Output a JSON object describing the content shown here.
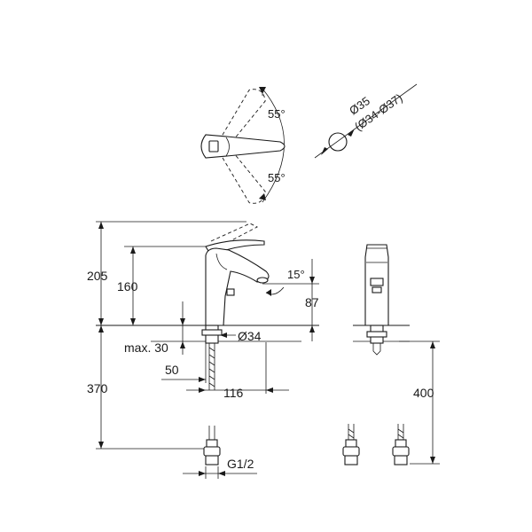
{
  "dimensions": {
    "rotation_angle_top": "55°",
    "rotation_angle_bottom": "55°",
    "hole_diameter": "Ø35",
    "hole_range": "(Ø34-Ø37)",
    "total_height": "205",
    "lever_height": "160",
    "spout_angle": "15°",
    "spout_height": "87",
    "max_thickness": "max. 30",
    "base_diameter": "Ø34",
    "shank_offset": "50",
    "spout_reach": "116",
    "hose_length": "370",
    "hose_length_rear": "400",
    "thread": "G1/2"
  },
  "colors": {
    "line": "#1a1a1a",
    "background": "#ffffff"
  }
}
